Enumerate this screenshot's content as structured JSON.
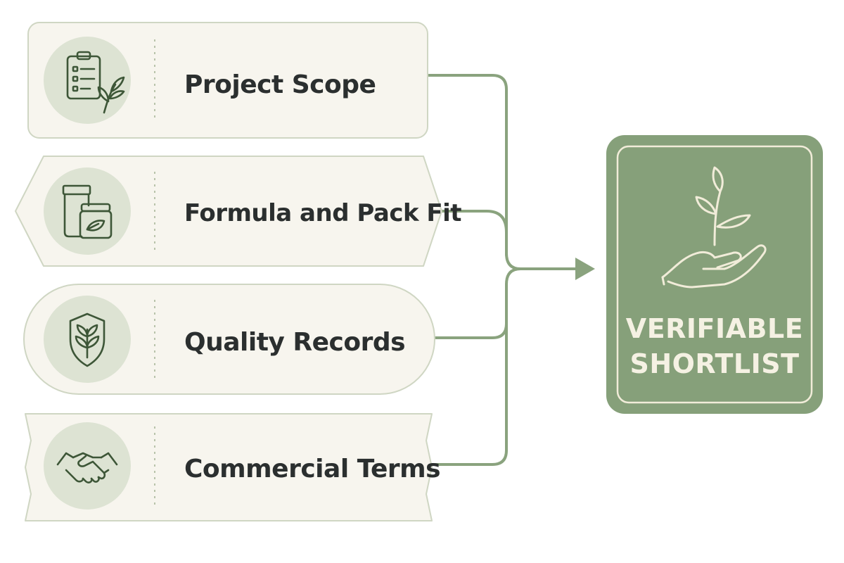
{
  "inputs": [
    {
      "label": "Project Scope",
      "icon": "clipboard-leaf-icon"
    },
    {
      "label": "Formula and Pack Fit",
      "icon": "cosmetic-tube-jar-icon"
    },
    {
      "label": "Quality Records",
      "icon": "shield-leaf-icon"
    },
    {
      "label": "Commercial Terms",
      "icon": "handshake-icon"
    }
  ],
  "outcome": {
    "line1": "VERIFIABLE",
    "line2": "SHORTLIST",
    "icon": "hand-sprout-icon"
  },
  "colors": {
    "sage": "#86a07a",
    "sage_line": "#8aa37e",
    "card_fill": "#f7f5ee",
    "card_border": "#cfd6c3",
    "icon_circle": "#dde3d3",
    "icon_stroke": "#3d5637",
    "text": "#2b2f2f",
    "outcome_text": "#f5f1e3"
  }
}
